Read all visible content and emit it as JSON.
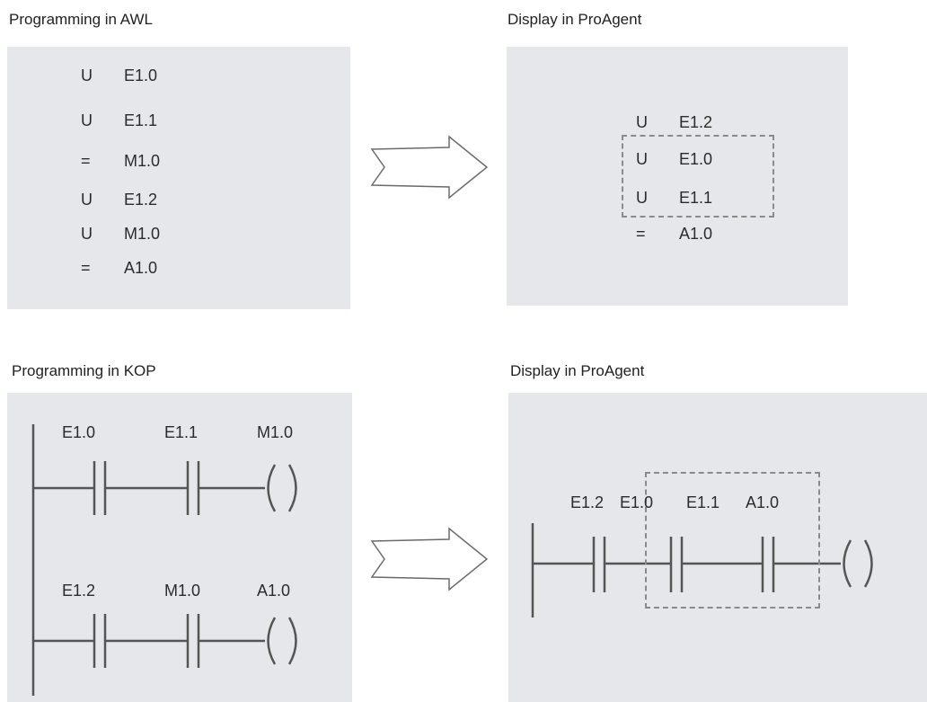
{
  "awl_section": {
    "caption": "Programming in AWL",
    "rows": [
      {
        "op": "U",
        "operand": "E1.0"
      },
      {
        "op": "U",
        "operand": "E1.1"
      },
      {
        "op": "=",
        "operand": "M1.0"
      },
      {
        "op": "U",
        "operand": "E1.2"
      },
      {
        "op": "U",
        "operand": "M1.0"
      },
      {
        "op": "=",
        "operand": "A1.0"
      }
    ]
  },
  "proagent_awl_section": {
    "caption": "Display in ProAgent",
    "rows": [
      {
        "op": "U",
        "operand": "E1.2"
      },
      {
        "op": "U",
        "operand": "E1.0"
      },
      {
        "op": "U",
        "operand": "E1.1"
      },
      {
        "op": "=",
        "operand": "A1.0"
      }
    ]
  },
  "kop_section": {
    "caption": "Programming in KOP",
    "rung1": {
      "contact1": "E1.0",
      "contact2": "E1.1",
      "coil": "M1.0"
    },
    "rung2": {
      "contact1": "E1.2",
      "contact2": "M1.0",
      "coil": "A1.0"
    }
  },
  "proagent_kop_section": {
    "caption": "Display in ProAgent",
    "labels": [
      "E1.2",
      "E1.0",
      "E1.1",
      "A1.0"
    ]
  },
  "colors": {
    "panel_background": "#e6e7ea",
    "line": "#555555",
    "dashed_box": "#8a8a8a"
  }
}
